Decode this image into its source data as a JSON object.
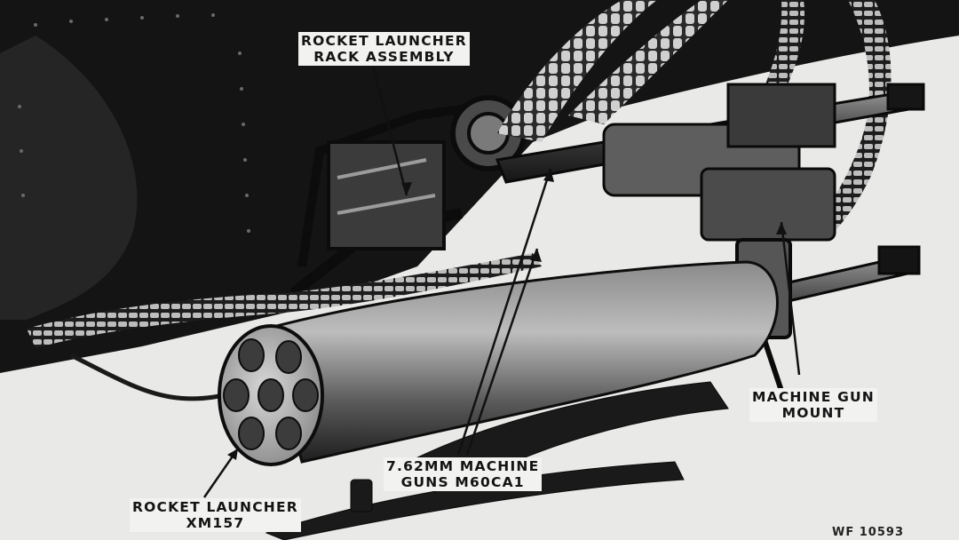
{
  "callouts": {
    "rack": {
      "line1": "ROCKET LAUNCHER",
      "line2": "RACK ASSEMBLY"
    },
    "mount": {
      "line1": "MACHINE GUN",
      "line2": "MOUNT"
    },
    "guns": {
      "line1": "7.62MM MACHINE",
      "line2": "GUNS M60CA1"
    },
    "launcher": {
      "line1": "ROCKET LAUNCHER",
      "line2": "XM157"
    }
  },
  "plate_number": "WF 10593",
  "colors": {
    "ink": "#111111",
    "paper": "#e9e9e7",
    "metal": "#6e6e6e"
  }
}
